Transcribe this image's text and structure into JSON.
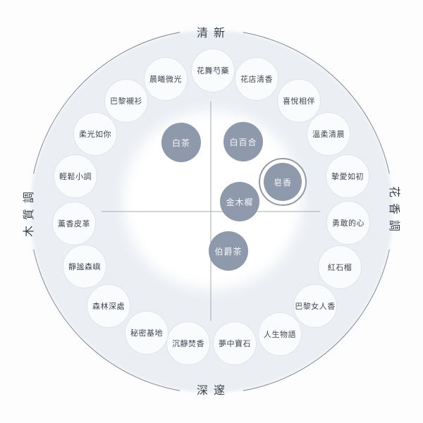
{
  "wheel": {
    "title_hidden": "",
    "directions": {
      "top": "清新",
      "right": "花香調",
      "bottom": "深邃",
      "left": "木質調"
    },
    "outer_notes": [
      {
        "label": "花舞芍藥"
      },
      {
        "label": "花店清香"
      },
      {
        "label": "喜悅相伴"
      },
      {
        "label": "溫柔清晨"
      },
      {
        "label": "摯愛如初"
      },
      {
        "label": "勇敢的心"
      },
      {
        "label": "紅石榴"
      },
      {
        "label": "巴黎女人香"
      },
      {
        "label": "人生物語"
      },
      {
        "label": "夢中寶石"
      },
      {
        "label": "沉靜焚香"
      },
      {
        "label": "秘密基地"
      },
      {
        "label": "森林深處"
      },
      {
        "label": "靜謐森嶼"
      },
      {
        "label": "薰香皮革"
      },
      {
        "label": "輕鬆小調"
      },
      {
        "label": "柔光如你"
      },
      {
        "label": "巴黎襯衫"
      },
      {
        "label": "晨曦微光"
      }
    ],
    "inner_notes": [
      {
        "label": "白茶",
        "selected": false
      },
      {
        "label": "白百合",
        "selected": false
      },
      {
        "label": "皂香",
        "selected": true
      },
      {
        "label": "金木樨",
        "selected": false
      },
      {
        "label": "伯爵茶",
        "selected": false
      }
    ],
    "colors": {
      "disc": "#ebeef3",
      "inner_disc": "#ffffff",
      "product_fill": "#8e99ab",
      "selected_ring": "#9299a4",
      "rim_stroke": "#84898f",
      "axis_stroke": "#a6abb2",
      "label_text": "#3a414a"
    }
  }
}
